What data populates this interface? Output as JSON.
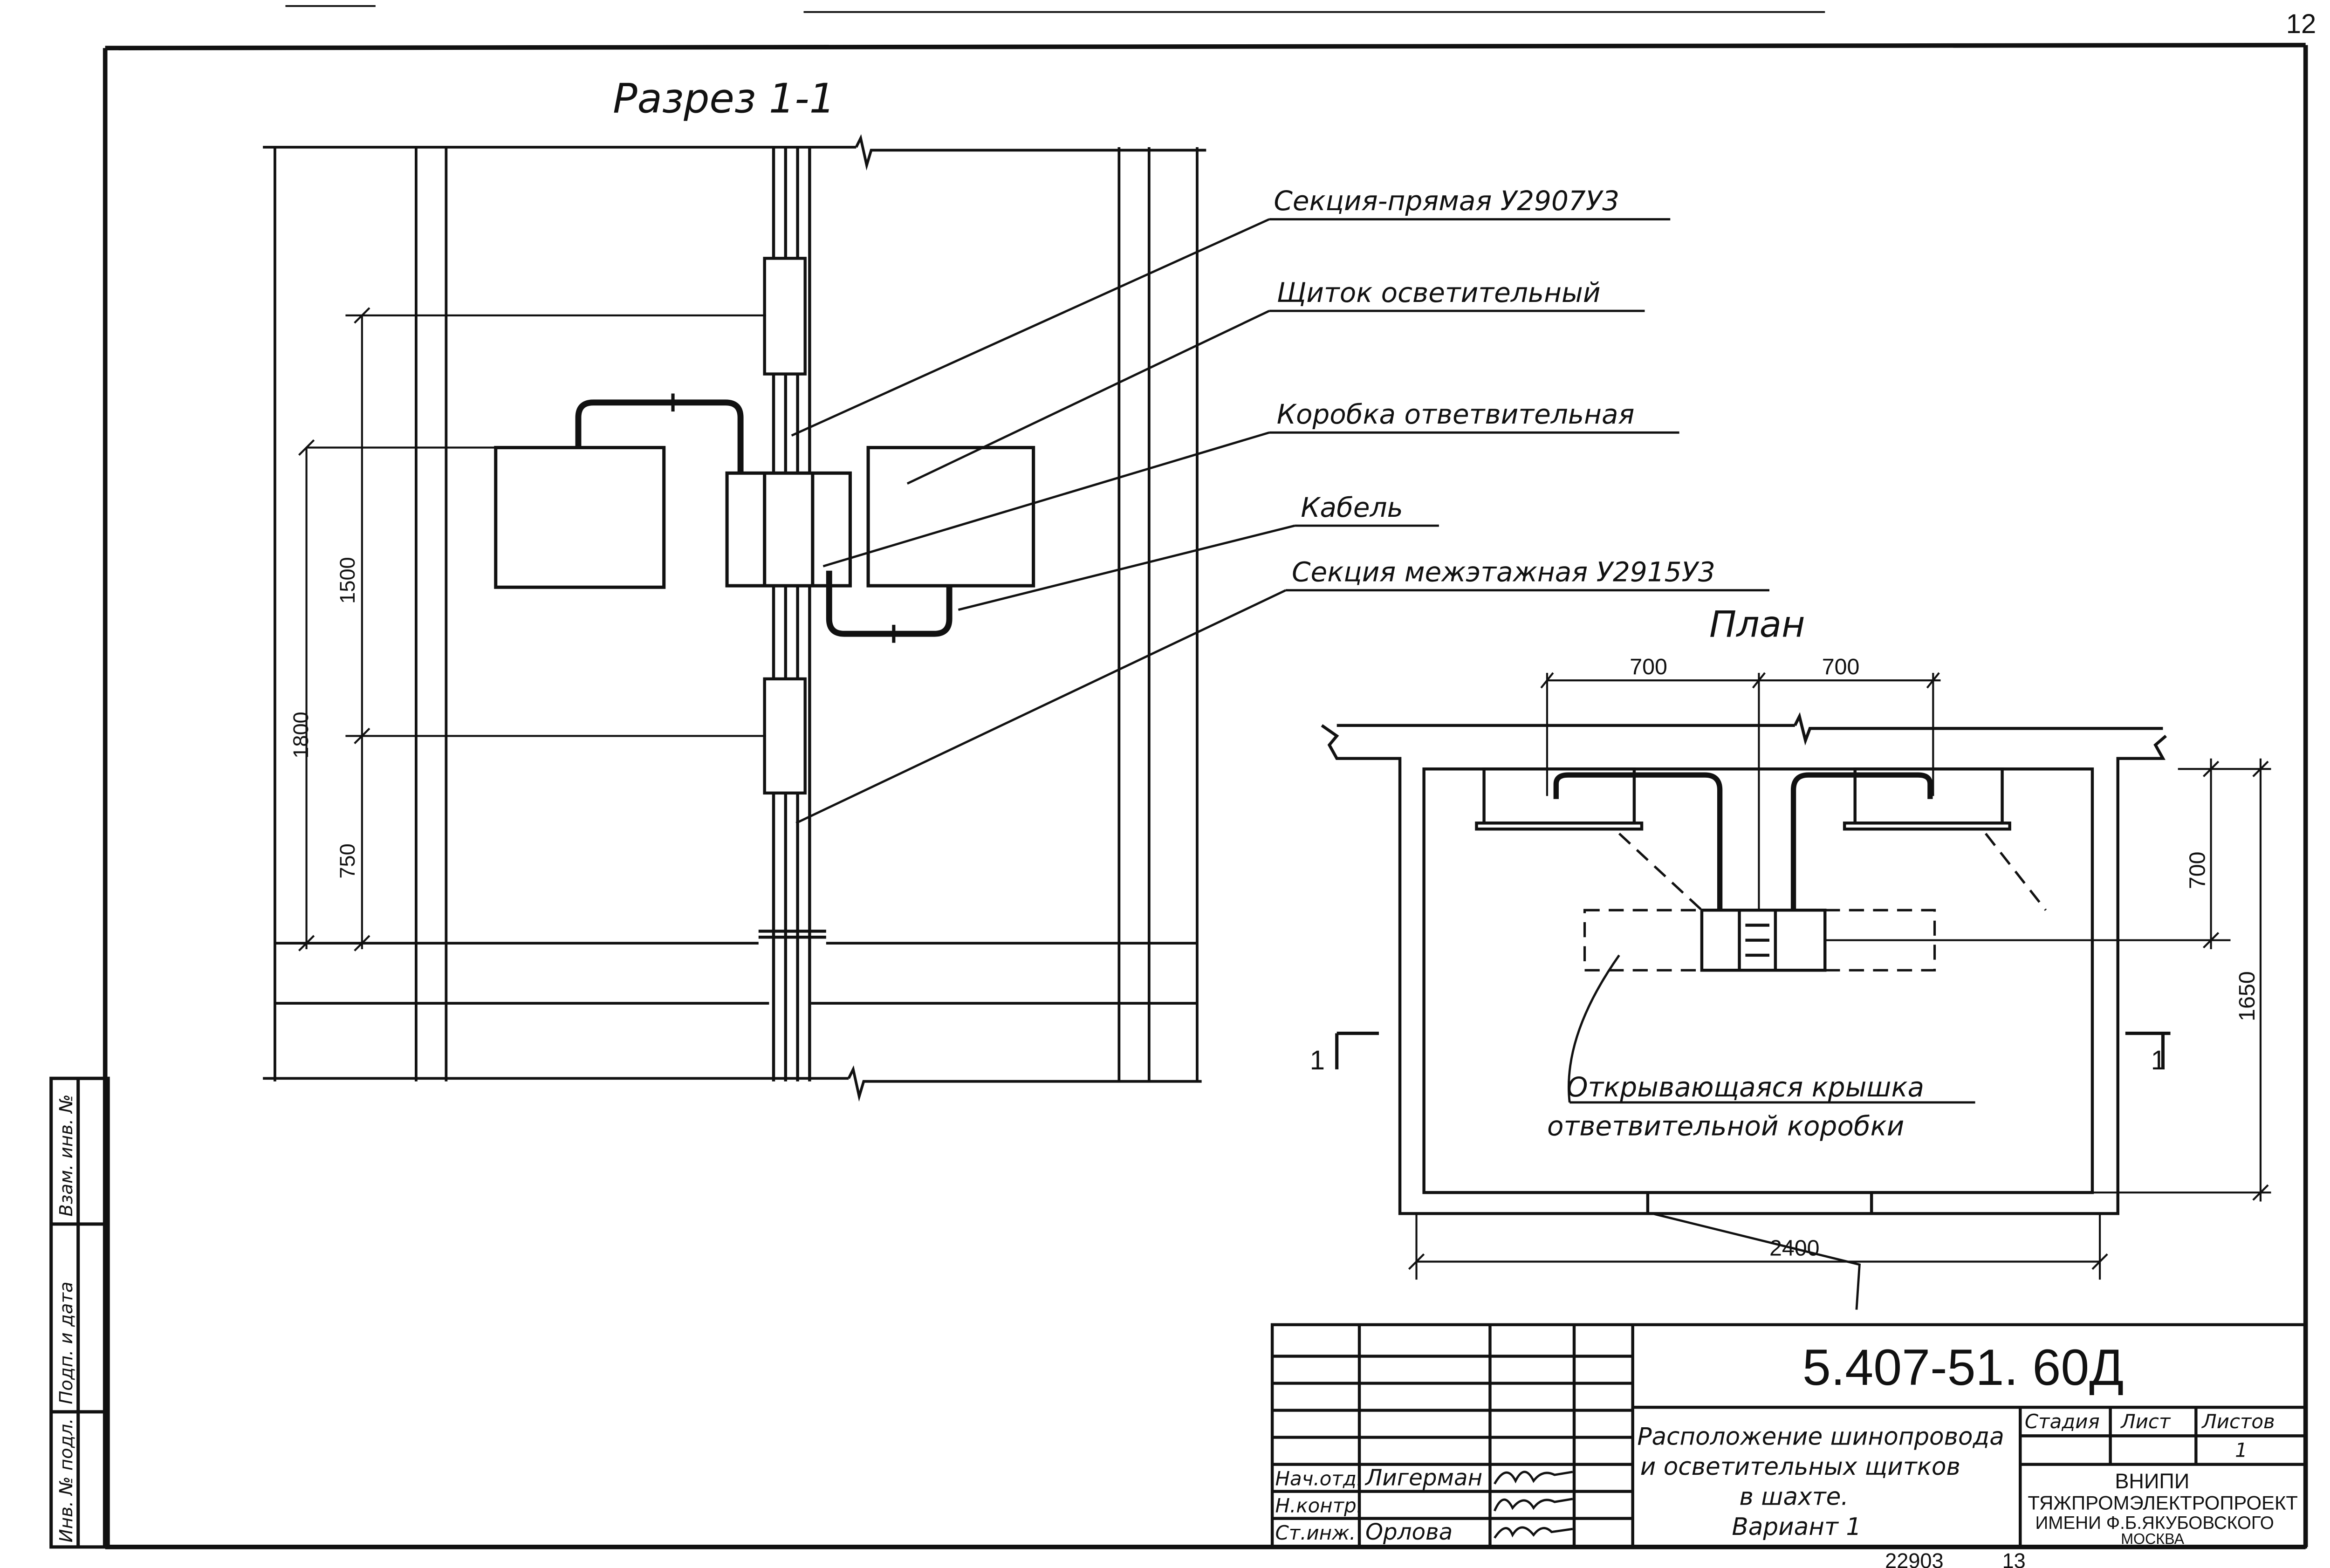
{
  "page_number": "12",
  "section": {
    "title": "Разрез 1-1",
    "dimensions": {
      "d1800": "1800",
      "d1500": "1500",
      "d750": "750"
    },
    "callouts": [
      "Секция-прямая У2907У3",
      "Щиток осветительный",
      "Коробка ответвительная",
      "Кабель",
      "Секция межэтажная У2915У3"
    ]
  },
  "plan": {
    "title": "План",
    "dimensions": {
      "d700_left": "700",
      "d700_right": "700",
      "d700_vert": "700",
      "d1650": "1650",
      "d2400": "2400"
    },
    "cut_marks": {
      "left": "1",
      "right": "1"
    },
    "note_line1": "Открывающаяся крышка",
    "note_line2": "ответвительной коробки"
  },
  "side_stamp": {
    "inv_podl": "Инв. № подл.",
    "podp_data": "Подп. и дата",
    "vzam_inv": "Взам. инв. №"
  },
  "title_block": {
    "doc_code": "5.407-51. 60Д",
    "title_line1": "Расположение шинопровода",
    "title_line2": "и осветительных щитков",
    "title_line3": "в шахте.",
    "title_line4": "Вариант 1",
    "stage_label": "Стадия",
    "sheet_label": "Лист",
    "sheets_label": "Листов",
    "sheets_value": "1",
    "org_line1": "ВНИПИ",
    "org_line2": "ТЯЖПРОМЭЛЕКТРОПРОЕКТ",
    "org_line3": "ИМЕНИ Ф.Б.ЯКУБОВСКОГО",
    "org_line4": "МОСКВА",
    "roles": [
      {
        "role": "Нач.отд.",
        "name": "Лигерман"
      },
      {
        "role": "Н.контр.",
        "name": ""
      },
      {
        "role": "Ст.инж.",
        "name": "Орлова"
      }
    ]
  },
  "footer": {
    "copy": "22903",
    "sheet_no": "13"
  }
}
